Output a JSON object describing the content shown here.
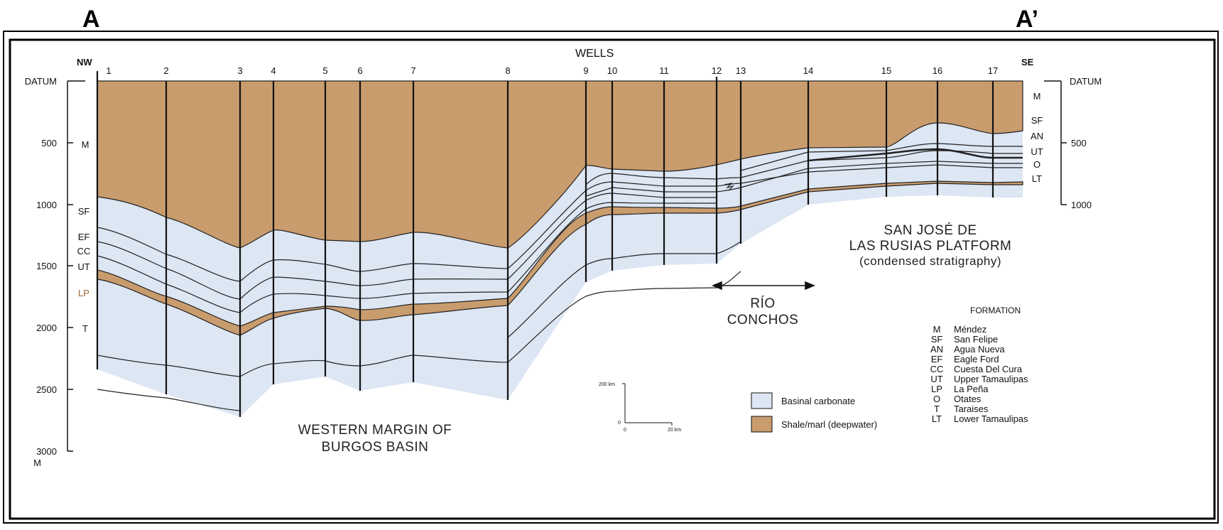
{
  "section": {
    "left_label": "A",
    "right_label": "A’",
    "nw_label": "NW",
    "se_label": "SE",
    "wells_title": "WELLS",
    "wells": [
      "1",
      "2",
      "3",
      "4",
      "5",
      "6",
      "7",
      "8",
      "9",
      "10",
      "11",
      "12",
      "13",
      "14",
      "15",
      "16",
      "17"
    ]
  },
  "left_axis": {
    "title": "DATUM",
    "ticks": [
      "500",
      "1000",
      "1500",
      "2000",
      "2500",
      "3000"
    ],
    "unit": "M"
  },
  "right_axis": {
    "title": "DATUM",
    "ticks": [
      "500",
      "1000"
    ]
  },
  "left_formations": [
    "M",
    "SF",
    "EF",
    "CC",
    "UT",
    "LP",
    "T"
  ],
  "right_formations": [
    "M",
    "SF",
    "AN",
    "UT",
    "O",
    "LT"
  ],
  "annotations": {
    "burgos_line1": "WESTERN MARGIN OF",
    "burgos_line2": "BURGOS BASIN",
    "platform_line1": "SAN JOSÉ DE",
    "platform_line2": "LAS RUSIAS PLATFORM",
    "platform_line3": "(condensed stratigraphy)",
    "rio_line1": "RÍO",
    "rio_line2": "CONCHOS"
  },
  "scale_bar": {
    "vertical_label": "200 km",
    "zero_label": "0",
    "origin_label": "0",
    "horizontal_label": "20 km"
  },
  "legend": {
    "basinal_label": "Basinal carbonate",
    "shale_label": "Shale/marl (deepwater)",
    "basinal_color": "#dde6f3",
    "shale_color": "#c99c6e"
  },
  "formation_key": {
    "title": "FORMATION",
    "entries": [
      {
        "abbr": "M",
        "name": "Méndez"
      },
      {
        "abbr": "SF",
        "name": "San Felipe"
      },
      {
        "abbr": "AN",
        "name": "Agua Nueva"
      },
      {
        "abbr": "EF",
        "name": "Eagle Ford"
      },
      {
        "abbr": "CC",
        "name": "Cuesta Del Cura"
      },
      {
        "abbr": "UT",
        "name": "Upper Tamaulipas"
      },
      {
        "abbr": "LP",
        "name": "La Peña"
      },
      {
        "abbr": "O",
        "name": "Otates"
      },
      {
        "abbr": "T",
        "name": "Taraises"
      },
      {
        "abbr": "LT",
        "name": "Lower Tamaulipas"
      }
    ]
  }
}
